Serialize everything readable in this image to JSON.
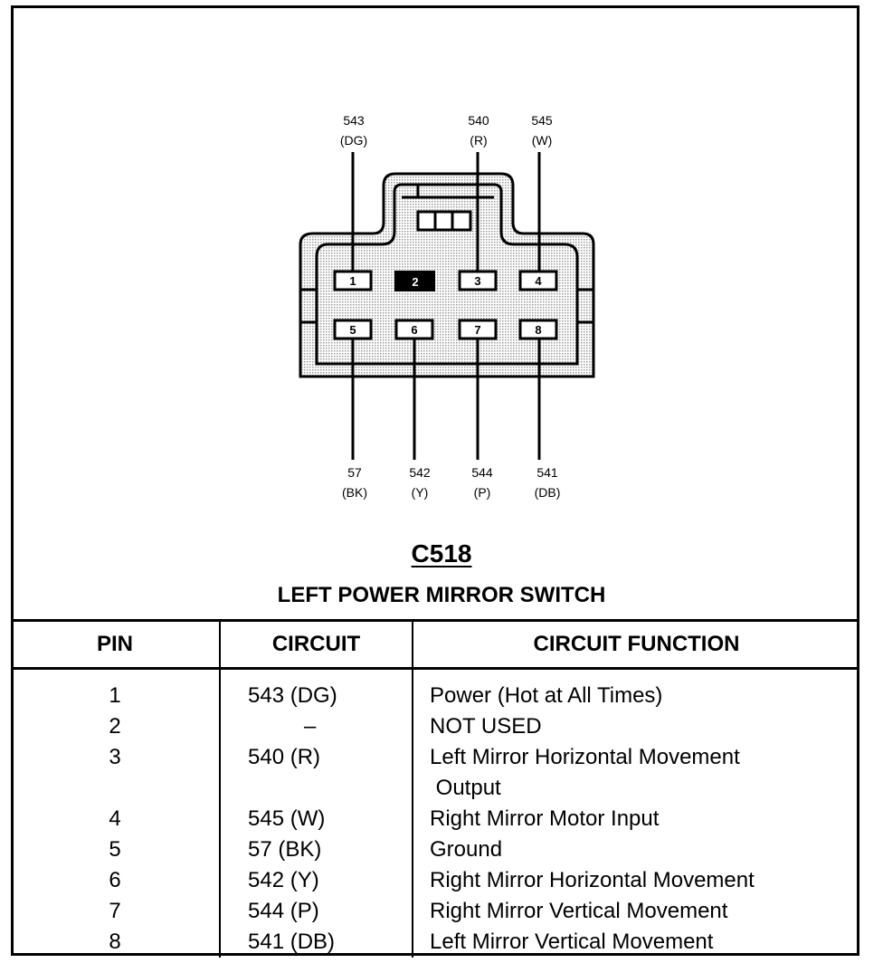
{
  "connector": {
    "id": "C518",
    "title": "LEFT POWER MIRROR SWITCH",
    "top_wires": [
      {
        "circuit": "543",
        "color": "(DG)"
      },
      {
        "circuit": "540",
        "color": "(R)"
      },
      {
        "circuit": "545",
        "color": "(W)"
      }
    ],
    "bottom_wires": [
      {
        "circuit": "57",
        "color": "(BK)"
      },
      {
        "circuit": "542",
        "color": "(Y)"
      },
      {
        "circuit": "544",
        "color": "(P)"
      },
      {
        "circuit": "541",
        "color": "(DB)"
      }
    ],
    "cavities": [
      "1",
      "2",
      "3",
      "4",
      "5",
      "6",
      "7",
      "8"
    ]
  },
  "table": {
    "headers": {
      "pin": "PIN",
      "circuit": "CIRCUIT",
      "function": "CIRCUIT FUNCTION"
    },
    "rows": [
      {
        "pin": "1",
        "circuit": "543 (DG)",
        "function": "Power (Hot at All Times)"
      },
      {
        "pin": "2",
        "circuit": "–",
        "function": "NOT USED"
      },
      {
        "pin": "3",
        "circuit": "540 (R)",
        "function": "Left Mirror Horizontal Movement",
        "function_cont": " Output"
      },
      {
        "pin": "4",
        "circuit": "545 (W)",
        "function": "Right Mirror Motor Input"
      },
      {
        "pin": "5",
        "circuit": "57 (BK)",
        "function": "Ground"
      },
      {
        "pin": "6",
        "circuit": "542 (Y)",
        "function": "Right Mirror Horizontal Movement"
      },
      {
        "pin": "7",
        "circuit": "544 (P)",
        "function": "Right Mirror Vertical Movement"
      },
      {
        "pin": "8",
        "circuit": "541 (DB)",
        "function": "Left Mirror Vertical Movement"
      }
    ]
  }
}
